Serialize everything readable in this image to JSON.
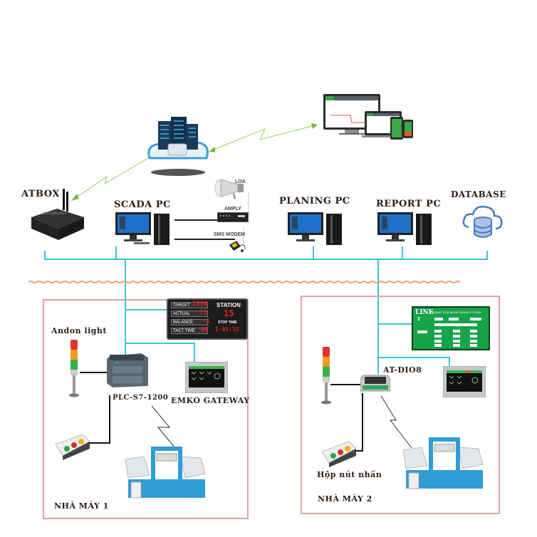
{
  "diagram": {
    "title": "",
    "colors": {
      "network_line": "#3cc3d6",
      "wire": "#111111",
      "wireless": "#9ccb5a",
      "zone_border": "#e6a0a8",
      "divider": "#f0a070"
    },
    "top": {
      "cloud_server": {
        "icon": "cloud-server-icon"
      },
      "multi_device_dashboard": {
        "icon": "multi-device-dashboard-icon"
      }
    },
    "network": {
      "atbox": {
        "label": "ATBOX",
        "watermark": "Atscada.net"
      },
      "scada_pc": {
        "label": "SCADA PC"
      },
      "loa": {
        "label": "LOA"
      },
      "amply": {
        "label": "AMPLY"
      },
      "sms_modem": {
        "label": "SMS MODEM"
      },
      "planing_pc": {
        "label": "PLANING PC"
      },
      "report_pc": {
        "label": "REPORT PC"
      },
      "database": {
        "label": "DATABASE"
      }
    },
    "factory1": {
      "name": "NHÀ MÁY 1",
      "andon_label": "Andon light",
      "plc_label": "PLC-S7-1200",
      "gateway_label": "EMKO GATEWAY",
      "board": {
        "rows": [
          {
            "label": "TARGET",
            "value": "1000"
          },
          {
            "label": "ACTUAL",
            "value": "75"
          },
          {
            "label": "BALANCE",
            "value": "-1"
          },
          {
            "label": "TACT TIME",
            "value": "60"
          }
        ],
        "station_label": "STATION",
        "station_value": "15",
        "stop_time_label": "STOP TIME",
        "stop_time_value": "1:05:15"
      }
    },
    "factory2": {
      "name": "NHÀ MÁY 2",
      "io_label": "AT-DIO8",
      "button_box_label": "Hộp nút nhấn",
      "monitor": {
        "line_label": "LINE",
        "title": "PRODUCTION MONITORING SYSTEM",
        "line_number": "2"
      }
    }
  }
}
